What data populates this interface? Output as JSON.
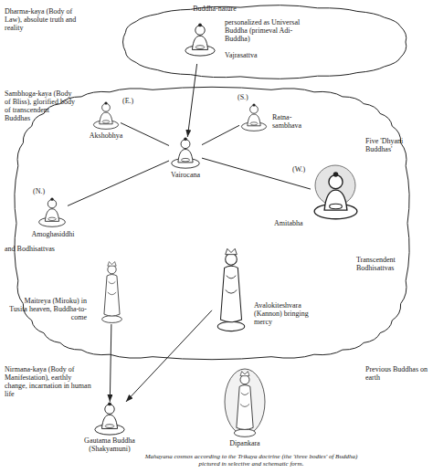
{
  "diagram": {
    "caption": "Mahayana cosmos according to the Trikaya doctrine (the 'three bodies' of Buddha) pictured in selective and schematic form.",
    "nodes": [
      {
        "text": [
          "Dharma-kaya (Body of Law), absolute truth and reality",
          "Buddha-nature"
        ]
      },
      {
        "text": [
          "personalized as Universal Buddha (primeval Adi-Buddha)",
          "Vajrasattva"
        ],
        "in": 0
      },
      {
        "text": [
          "Sambhoga-kaya (Body of Bliss), glorified body of transcendent Buddhas",
          "and Bodhisattvas"
        ]
      },
      {
        "text": [
          "(E.)",
          "Akshobhya"
        ],
        "in": 2
      },
      {
        "text": [
          "Vairocana"
        ],
        "in": 2
      },
      {
        "text": [
          "(S.)",
          "Ratna-sambhava"
        ],
        "in": 2
      },
      {
        "text": [
          "(N.)",
          "Amoghasiddhi"
        ],
        "in": 2
      },
      {
        "text": [
          "(W.)",
          "Amitabha"
        ],
        "in": 2
      },
      {
        "text": [
          "Maitreya (Miroku) in Tusita heaven, Buddha-to-come"
        ],
        "in": 2
      },
      {
        "text": [
          "Avalokiteshvara (Kannon) bringing mercy"
        ],
        "in": 2
      },
      {
        "text": [
          "Gautama Buddha (Shakyamuni)"
        ]
      },
      {
        "text": [
          "Dipankara"
        ]
      }
    ],
    "edges": [
      {
        "from": 1,
        "to": 4,
        "arrow": "to"
      },
      {
        "from": 4,
        "to": 3,
        "arrow": "none"
      },
      {
        "from": 4,
        "to": 5,
        "arrow": "none"
      },
      {
        "from": 4,
        "to": 6,
        "arrow": "none"
      },
      {
        "from": 4,
        "to": 7,
        "arrow": "none"
      },
      {
        "from": 8,
        "to": 10,
        "arrow": "to"
      },
      {
        "from": 9,
        "to": 10,
        "arrow": "to"
      }
    ],
    "labels": [
      "Five 'Dhyani Buddhas'",
      "Transcendent Bodhisattvas",
      "Nirmana-kaya (Body of Manifestation), earthly change, incarnation in human life",
      "Previous Buddhas on earth"
    ]
  }
}
